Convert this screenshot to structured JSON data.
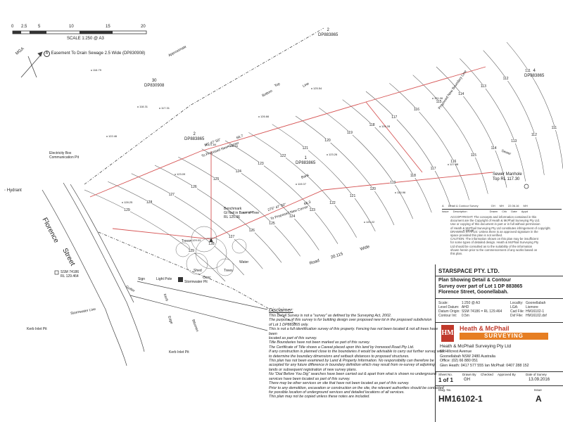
{
  "scale_bar": {
    "ticks": [
      "0",
      "2.5",
      "5",
      "10",
      "15",
      "20"
    ],
    "title": "SCALE 1:250 @ A3"
  },
  "north": {
    "label": "MGA"
  },
  "easement": {
    "marker": "A",
    "text": "Easement To Drain Sewage 2.5 Wide (DP830908)"
  },
  "lots": [
    {
      "id": "lot-30",
      "lot": "30",
      "plan": "DP830908"
    },
    {
      "id": "lot-2-top",
      "lot": "2",
      "plan": "DP883865"
    },
    {
      "id": "lot-4",
      "lot": "4",
      "plan": "DP883865"
    },
    {
      "id": "lot-2-mid",
      "lot": "2",
      "plan": "DP883865"
    },
    {
      "id": "lot-1",
      "lot": "1",
      "plan": "DP883865"
    }
  ],
  "map_labels": {
    "approx_boundary": "Approximate",
    "top": "Top",
    "bottom": "Bottom",
    "bank": "Bank",
    "sewer": "Sewer",
    "line": "Line",
    "new_boundary": "Proposed New Boundary Line",
    "proposed_corner_1": "To Proposed New Corner",
    "proposed_corner_2": "To Proposed New Corner",
    "bearing_1": "86° 47' 50\"",
    "dist_1": "66.7",
    "bearing_2": "275° 47' 50\"",
    "dist_2": "66.3",
    "road": "Road",
    "road_width": "20.115",
    "wide": "Wide",
    "florence": "Florence",
    "street": "Street",
    "sewer_manhole": "Sewer Manhole",
    "sewer_manhole_rl": "Top RL 117.30",
    "hydrant": "Hydrant",
    "electricity": "Electricity Box",
    "communication": "Communication Pit",
    "benchmark": "Benchmark",
    "benchmark_desc": "Gl Nail in Base of Tree",
    "benchmark_rl": "RL 125.06",
    "trees_1": "Trees",
    "trees_2": "Trees",
    "ssm": "SSM 74186",
    "ssm_rl": "RL 129.464",
    "stormwater_pit": "Stormwater Pit",
    "light_pole": "Light Pole",
    "sign": "Sign",
    "kerb_inlet_1": "Kerb Inlet Pit",
    "kerb_inlet_2": "Kerb Inlet Pit",
    "gutter": "Gutter",
    "kerb": "Kerb",
    "edge": "Edge",
    "bitumen": "Bitumen",
    "stormwater_line": "Stormwater Line",
    "shed": "Shed",
    "concrete": "Conc",
    "water": "Water"
  },
  "contours": [
    "111",
    "112",
    "113",
    "114",
    "115",
    "116",
    "117",
    "118",
    "119",
    "120",
    "121",
    "122",
    "123",
    "124",
    "125",
    "126",
    "127",
    "128",
    "129"
  ],
  "spot_heights": [
    "116.79",
    "117.31",
    "118.54",
    "119.07",
    "120.22",
    "121.06",
    "122.46",
    "123.09",
    "124.84",
    "125.54",
    "126.28",
    "127.58",
    "128.25",
    "129.03",
    "126.66",
    "123.26",
    "120.96",
    "119.68",
    "118.31",
    "121.84"
  ],
  "revisions": {
    "headers": [
      "Issue",
      "Description",
      "Drawn",
      "Chk",
      "Date",
      "Appd"
    ],
    "rows": [
      [
        "A",
        "Detail & Contour Survey",
        "GH",
        "MH",
        "22.06.16",
        "MH"
      ]
    ]
  },
  "notes": [
    "ACCOPYRIGHT: The concepts and information contained in this",
    "document are the Copyright of Heath & McPhail Surveying Pty Ltd.",
    "Use or copying of this document in part or in full without permission",
    "of Heath & McPhail Surveying Pty Ltd constitutes infringement of copyright.",
    "DRAWING STATUS: Unless there is an approved signature in the",
    "space provided this plan is not verified.",
    "CAUTION: The information shown on this plan may be insufficient",
    "for some types of detailed design. Heath & McPhail Surveying Pty",
    "Ltd should be consulted as to the suitability of the information",
    "shown herein prior to the commencement of any works based on",
    "this plan."
  ],
  "client": "STARSPACE PTY. LTD.",
  "plan_title": [
    "Plan Showing Detail & Contour",
    "Survey over part of Lot 1 DP 883865",
    "Florence Street, Goonellabah."
  ],
  "project_info_left": [
    [
      "Scale:",
      "1:250 @ A3"
    ],
    [
      "Level Datum:",
      "AHD"
    ],
    [
      "Datum Origin:",
      "SSM 74186 = RL 129.464"
    ],
    [
      "Contour Int:",
      "0.5m"
    ]
  ],
  "project_info_right": [
    [
      "Locality:",
      "Goonellabah"
    ],
    [
      "LGA:",
      "Lismore"
    ],
    [
      "Cad File:",
      "HM16102-1"
    ],
    [
      "Dxf File:",
      "HM16102.dxf"
    ]
  ],
  "firm": {
    "logo": "HM",
    "name": "Heath & McPhail",
    "name_sub": "SURVEYING",
    "full_name": "Heath & McPhail Surveying Pty Ltd",
    "address_1": "60 Hillcrest Avenue",
    "address_2": "Goonellabah  NSW  2480   Australia",
    "office": "Office: (02) 66 880 051",
    "mobiles": "Glen Heath: 0417 577 555   Ian McPhail: 0407 288 152",
    "brand_red": "#c0392b",
    "brand_orange": "#e67e22"
  },
  "sheet": {
    "sheet_no_label": "Sheet No.",
    "sheet_no": "1 of 1",
    "drawn_by_label": "Drawn By",
    "drawn_by": "GH",
    "checked_label": "Checked",
    "approved_label": "Approved By",
    "date_label": "Date of Survey",
    "date": "13.09.2016",
    "dwg_label": "Dwg. No.",
    "dwg_no": "HM16102-1",
    "issue_label": "Issue",
    "issue": "A"
  },
  "disclaimer": {
    "title": "Disclaimer:",
    "lines": [
      "This Detail Survey is not a \"survey\" as defined by the Surveying Act, 2002.",
      "The purpose of this survey is for building design over proposed new lot in the proposed subdivision",
      "of Lot 1 DP883865 only.",
      "This is not a full identification survey of this property. Fencing has not been located & not all trees have been",
      "located as part of this survey.",
      "Title Boundaries have not been marked as part of this survey.",
      "The Certificate of Title shows a Caveat placed upon this land by Ironwood Road Pty Ltd.",
      "If any construction is planned close to the boundaries it would be advisable to carry out further survey work",
      "to determine the boundary dimensions and setback distances to proposed structures.",
      "This plan has not been examined by Land & Property Information. No responsibility can therefore be",
      "accepted for any future difference in boundary definition which may result from re-survey of adjoining",
      "lands or subsequent registration of new survey plans.",
      "No \"Dial Before You Dig\" searches have been carried out & apart from what is shown no underground",
      "services have been located as part of this survey.",
      "There may be other services on site that have not been located as part of this survey.",
      "Prior to any demolition, excavation or construction on the site, the relevant authorities should be contacted",
      "for possible location of underground services and detailed locations of all services.",
      "This plan may not be copied unless these notes are included."
    ]
  }
}
